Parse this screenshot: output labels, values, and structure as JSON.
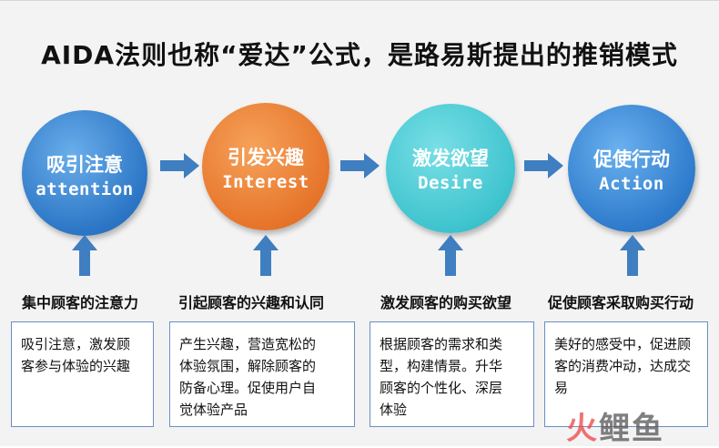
{
  "title": "AIDA法则也称“爱达”公式，是路易斯提出的推销模式",
  "stages": [
    {
      "cn": "吸引注意",
      "en": "attention",
      "caption": "集中顾客的注意力",
      "desc_lines": [
        "吸引注意，激发顾",
        "客参与体验的兴趣"
      ],
      "color": "#2f77c6"
    },
    {
      "cn": "引发兴趣",
      "en": "Interest",
      "caption": "引起顾客的兴趣和认同",
      "desc_lines": [
        "产生兴趣，营造宽松的",
        "体验氛围，解除顾客的",
        "防备心理。促使用户自",
        "觉体验产品"
      ],
      "color": "#e6752a"
    },
    {
      "cn": "激发欲望",
      "en": "Desire",
      "caption": "激发顾客的购买欲望",
      "desc_lines": [
        "根据顾客的需求和类",
        "型，构建情景。升华",
        "顾客的个性化、深层",
        "体验"
      ],
      "color": "#3fc4cf"
    },
    {
      "cn": "促使行动",
      "en": "Action",
      "caption": "促使顾客采取购买行动",
      "desc_lines": [
        "美好的感受中，促进顾",
        "客的消费冲动，达成交",
        "易"
      ],
      "color": "#2f7bcc"
    }
  ],
  "watermark": {
    "part1": "火",
    "part2": "鲤鱼"
  },
  "arrow_color": "#3f7ec0",
  "box_border_color": "#6a8fc4"
}
